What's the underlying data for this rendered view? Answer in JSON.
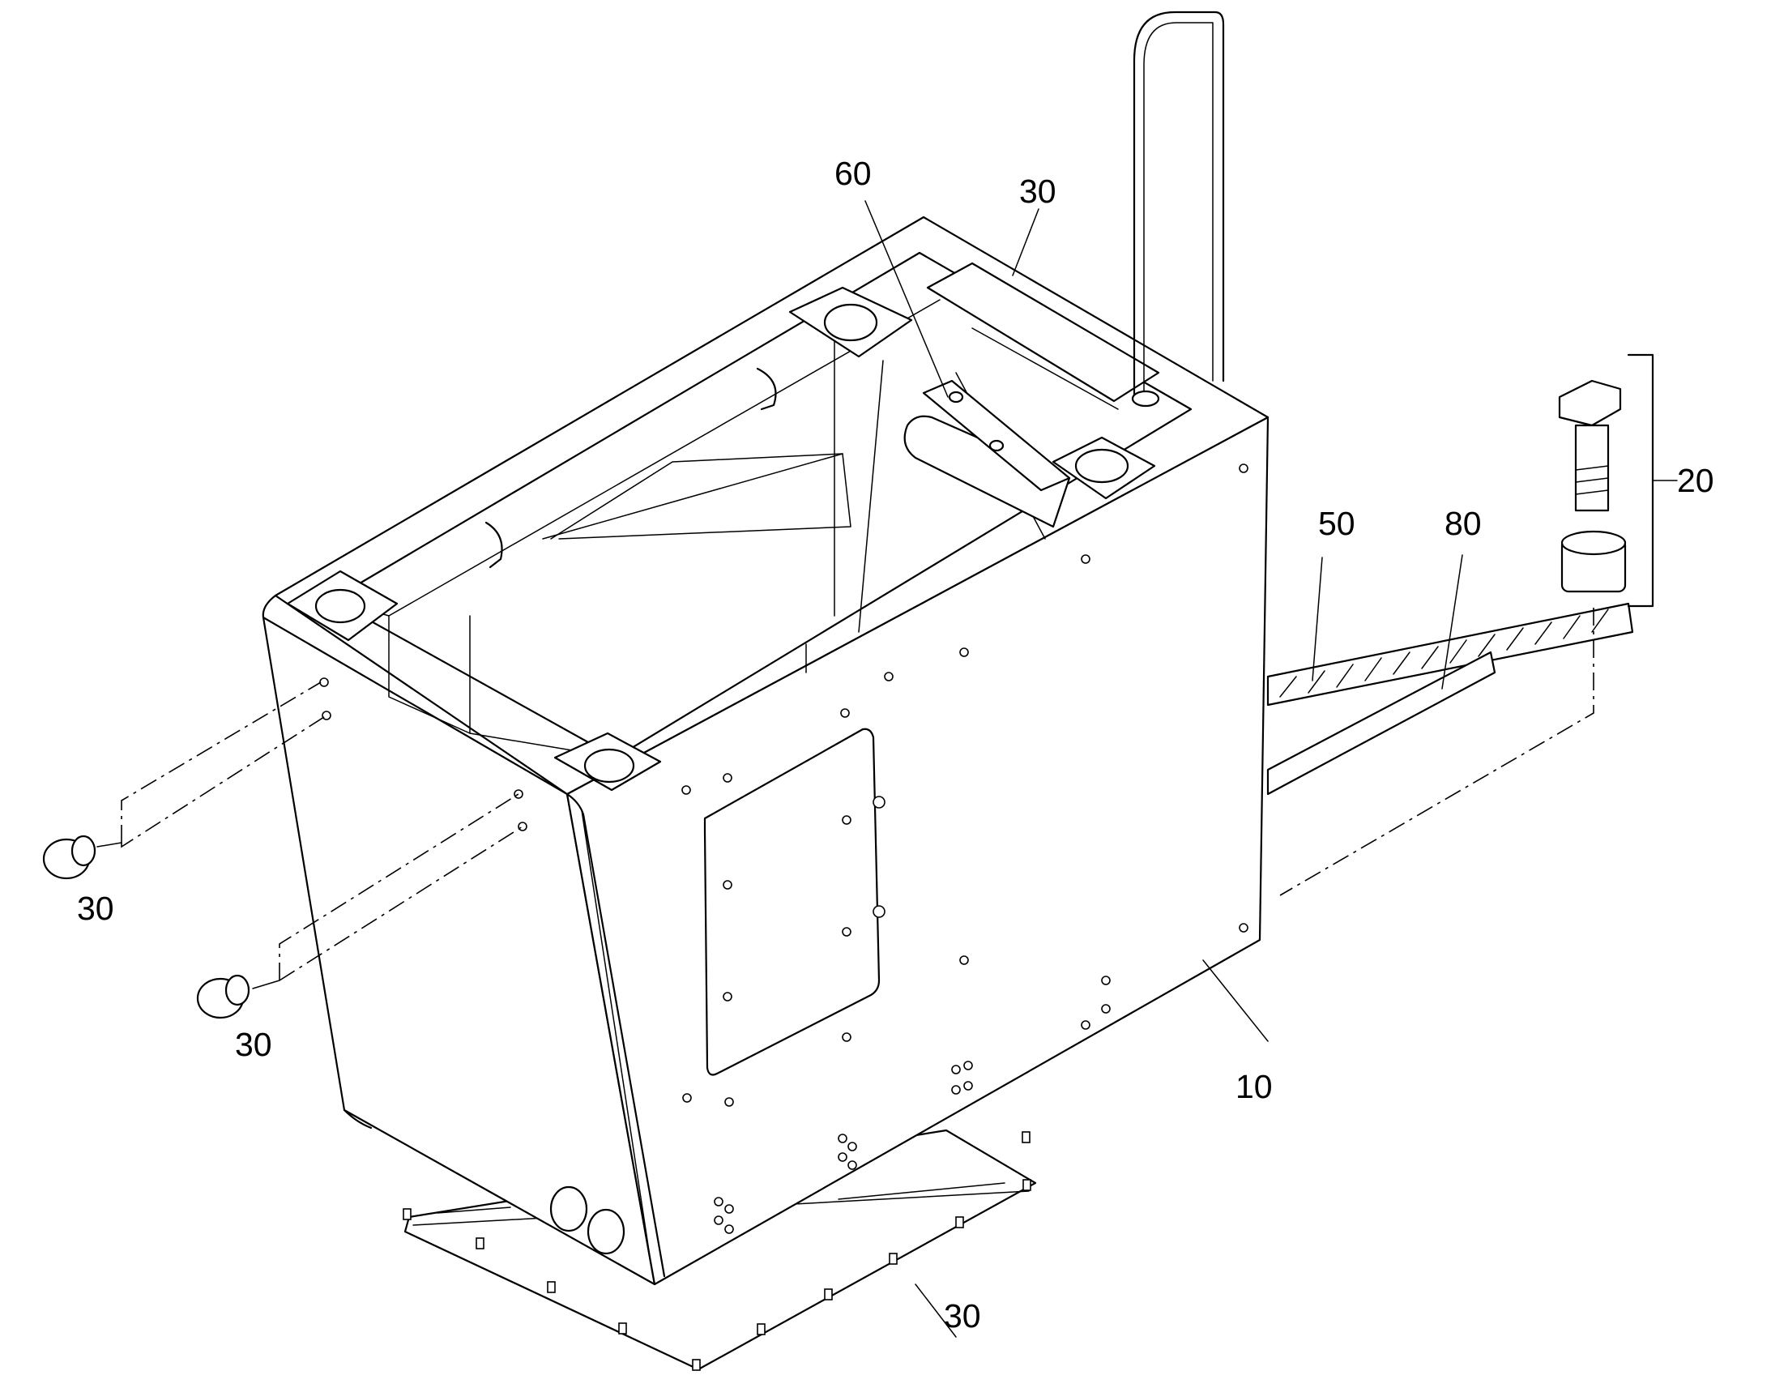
{
  "drawing": {
    "callouts": {
      "c10": "10",
      "c20": "20",
      "c30_top": "30",
      "c30_left_upper": "30",
      "c30_left_lower": "30",
      "c30_bottom": "30",
      "c50": "50",
      "c60": "60",
      "c80": "80"
    },
    "colors": {
      "line": "#000000",
      "background": "#ffffff"
    }
  }
}
